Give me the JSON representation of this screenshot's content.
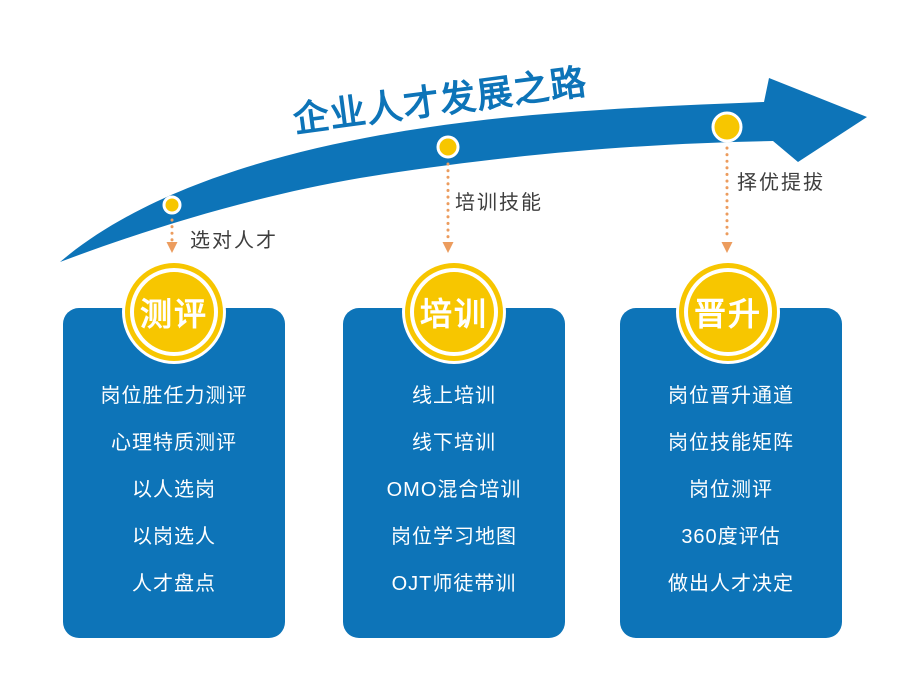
{
  "title": "企业人才发展之路",
  "colors": {
    "brand_blue": "#0d74b8",
    "accent_yellow": "#f7c600",
    "connector_orange": "#ec9c5e",
    "annotation_gray": "#3e3e3e",
    "card_text": "#ffffff"
  },
  "icons": {
    "growth_arrow": "upward-swoosh-arrow",
    "milestone_dot": "yellow-circle-marker",
    "connector": "dotted-down-arrow"
  },
  "stages": [
    {
      "badge": "测评",
      "annotation": "选对人才",
      "items": [
        "岗位胜任力测评",
        "心理特质测评",
        "以人选岗",
        "以岗选人",
        "人才盘点"
      ]
    },
    {
      "badge": "培训",
      "annotation": "培训技能",
      "items": [
        "线上培训",
        "线下培训",
        "OMO混合培训",
        "岗位学习地图",
        "OJT师徒带训"
      ]
    },
    {
      "badge": "晋升",
      "annotation": "择优提拔",
      "items": [
        "岗位晋升通道",
        "岗位技能矩阵",
        "岗位测评",
        "360度评估",
        "做出人才决定"
      ]
    }
  ]
}
